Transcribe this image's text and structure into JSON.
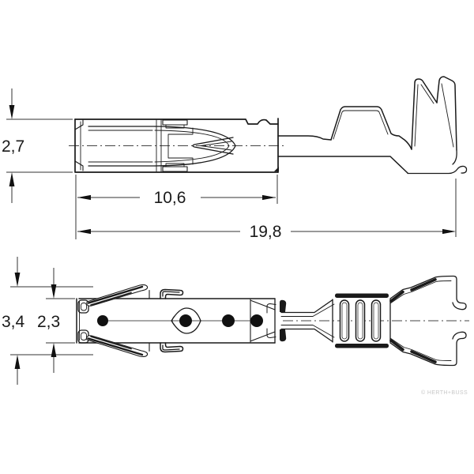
{
  "drawing": {
    "top_view": {
      "dim_height_label": "2,7",
      "dim_contact_length_label": "10,6",
      "dim_total_length_label": "19,8"
    },
    "bottom_view": {
      "dim_outer_height_label": "3,4",
      "dim_inner_height_label": "2,3"
    },
    "watermark": "© HERTH+BUSS"
  },
  "colors": {
    "background": "#ffffff",
    "part_line": "#1a1a1a",
    "dimension_line": "#333333",
    "black_fill": "#111111",
    "watermark": "#c8c8c8"
  }
}
